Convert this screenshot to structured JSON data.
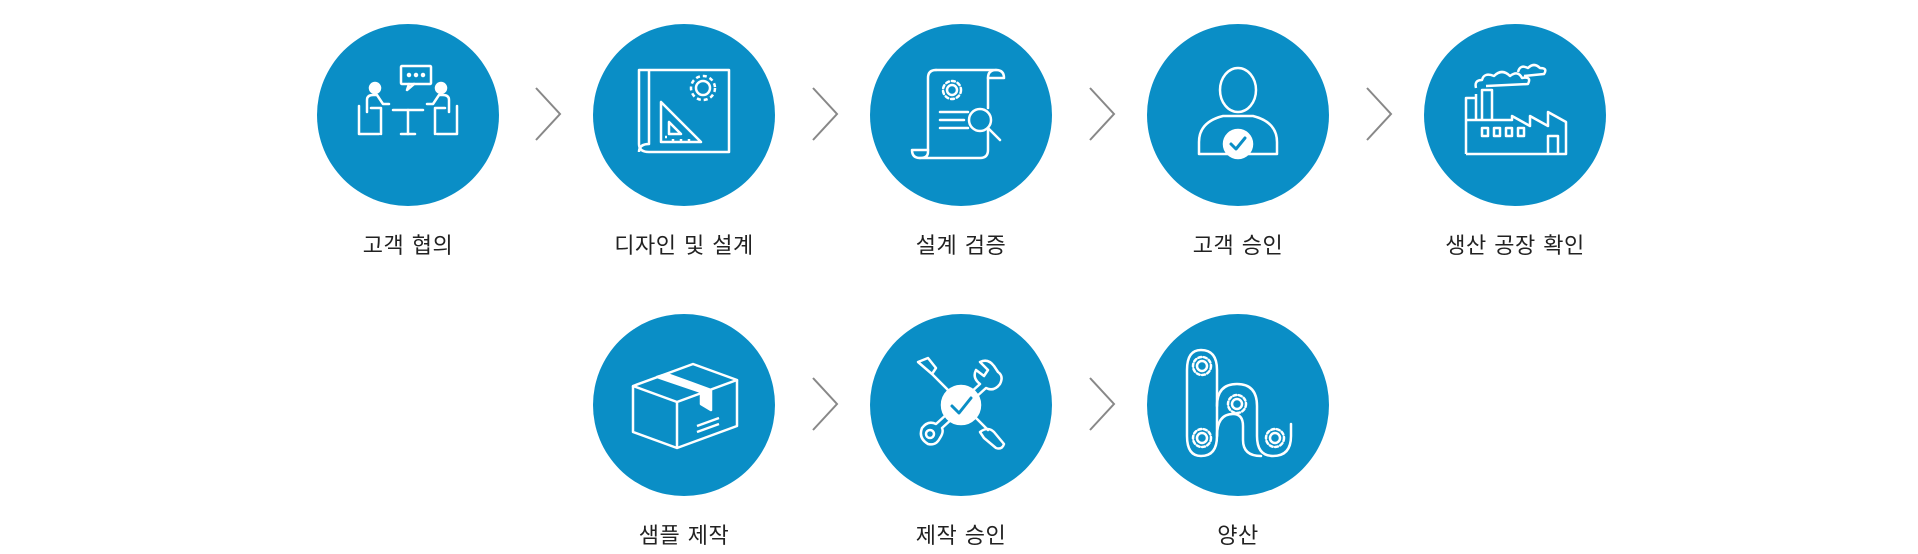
{
  "colors": {
    "circle": "#0a8ec6",
    "icon": "#ffffff",
    "arrow": "#888888",
    "text": "#222222"
  },
  "steps": [
    {
      "label": "고객 협의",
      "icon": "meeting-icon"
    },
    {
      "label": "디자인 및 설계",
      "icon": "blueprint-icon"
    },
    {
      "label": "설계 검증",
      "icon": "document-search-icon"
    },
    {
      "label": "고객 승인",
      "icon": "user-check-icon"
    },
    {
      "label": "생산 공장 확인",
      "icon": "factory-icon"
    },
    {
      "label": "샘플 제작",
      "icon": "box-icon"
    },
    {
      "label": "제작 승인",
      "icon": "tools-check-icon"
    },
    {
      "label": "양산",
      "icon": "conveyor-gears-icon"
    }
  ]
}
